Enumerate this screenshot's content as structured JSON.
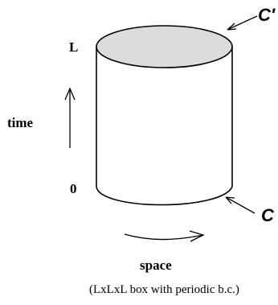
{
  "labels": {
    "top_value": "L",
    "bottom_value": "0",
    "time_axis": "time",
    "space_axis": "space",
    "top_contour": "C'",
    "bottom_contour": "C",
    "caption": "(LxLxL box with periodic b.c.)"
  },
  "colors": {
    "top_face_fill": "#dcdcdc",
    "stroke": "#000000",
    "background": "#ffffff"
  },
  "icons": {
    "time_arrow": "up-arrow",
    "space_arrow": "curved-right-arrow"
  }
}
